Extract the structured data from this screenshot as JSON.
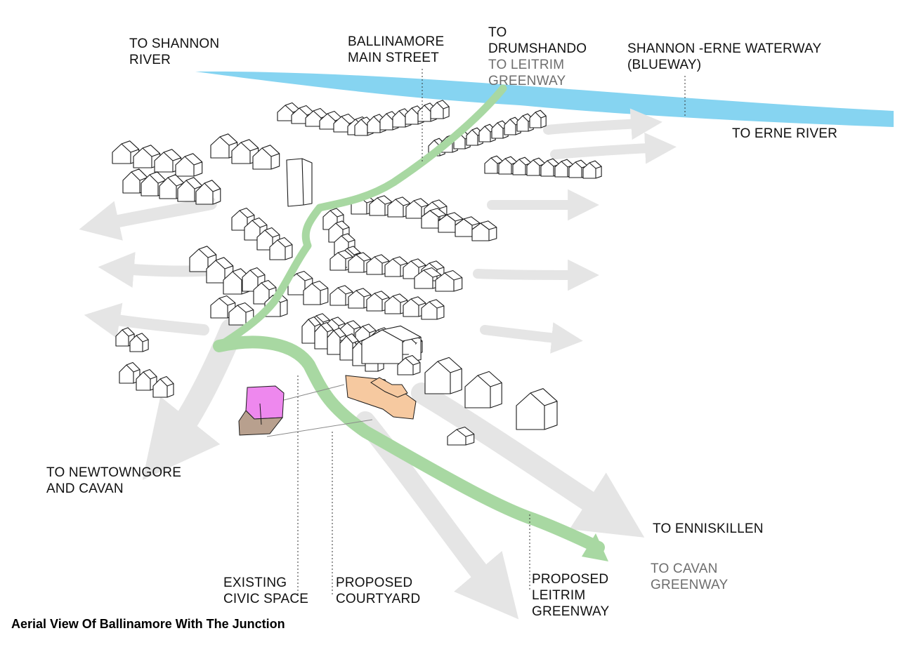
{
  "colors": {
    "waterway": "#86d4f1",
    "greenway": "#a8d8a2",
    "arrows": "#e5e5e5",
    "existing_civic_space_top": "#ee88ee",
    "existing_civic_space_body": "#b8a08e",
    "proposed_courtyard_building": "#f6c9a0",
    "sketch_lines": "#1a1a1a"
  },
  "labels": {
    "shannon_river": [
      "TO SHANNON",
      "RIVER"
    ],
    "main_street": [
      "BALLINAMORE",
      "MAIN STREET"
    ],
    "drumshando": [
      "TO",
      "DRUMSHANDO"
    ],
    "leitrim_greenway_top": [
      "TO LEITRIM",
      "GREENWAY"
    ],
    "waterway": [
      "SHANNON -ERNE WATERWAY",
      "(BLUEWAY)"
    ],
    "erne_river": "TO ERNE RIVER",
    "newtowngore": [
      "TO NEWTOWNGORE",
      "AND CAVAN"
    ],
    "enniskillen": "TO ENNISKILLEN",
    "cavan_greenway": [
      "TO CAVAN",
      "GREENWAY"
    ],
    "existing_civic_space": [
      "EXISTING",
      "CIVIC SPACE"
    ],
    "proposed_courtyard": [
      "PROPOSED",
      "COURTYARD"
    ],
    "proposed_leitrim_greenway": [
      "PROPOSED",
      "LEITRIM",
      "GREENWAY"
    ]
  },
  "caption": "Aerial View Of Ballinamore With The Junction"
}
